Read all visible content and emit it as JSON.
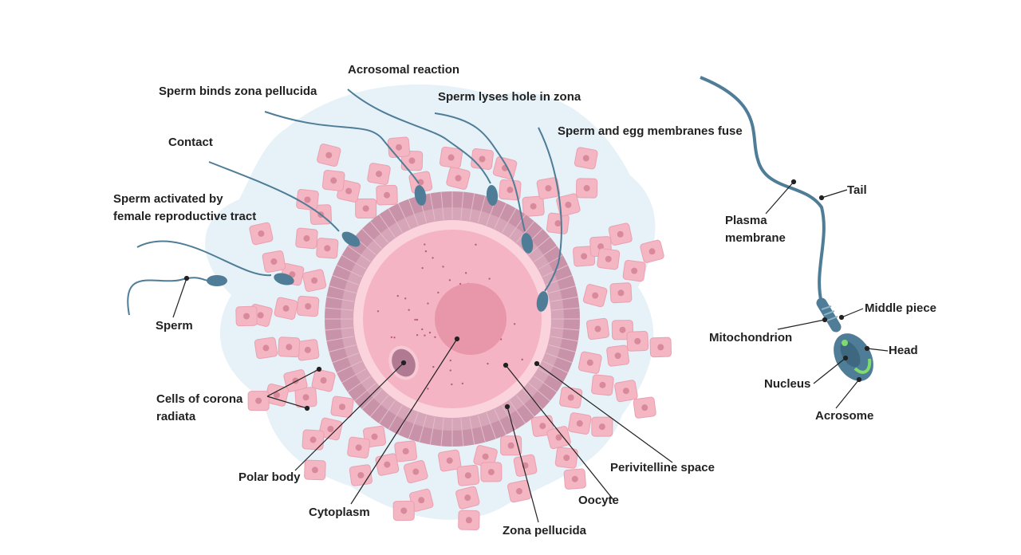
{
  "title": "Fertilization of the oocyte and sperm structure",
  "labels": {
    "acrosomal_reaction": "Acrosomal reaction",
    "sperm_binds_zona": "Sperm binds zona pellucida",
    "sperm_lyses_hole": "Sperm lyses hole in zona",
    "membranes_fuse": "Sperm and egg membranes fuse",
    "contact": "Contact",
    "sperm_activated_1": "Sperm activated by",
    "sperm_activated_2": "female reproductive tract",
    "sperm": "Sperm",
    "cells_corona_1": "Cells of corona",
    "cells_corona_2": "radiata",
    "polar_body": "Polar body",
    "cytoplasm": "Cytoplasm",
    "zona_pellucida": "Zona pellucida",
    "oocyte": "Oocyte",
    "perivitelline_space": "Perivitelline space",
    "tail": "Tail",
    "plasma_membrane_1": "Plasma",
    "plasma_membrane_2": "membrane",
    "middle_piece": "Middle piece",
    "mitochondrion": "Mitochondrion",
    "head": "Head",
    "nucleus": "Nucleus",
    "acrosome": "Acrosome"
  },
  "colors": {
    "cell": "#f4b6c2",
    "cell_nucleus": "#d88a9b",
    "zona": "#c88fa5",
    "cytoplasm": "#f6b9c6",
    "nucleus": "#e996a8",
    "sperm": "#4f7d97",
    "halo": "#e3f0f8",
    "acrosome": "#7fdc6c"
  }
}
